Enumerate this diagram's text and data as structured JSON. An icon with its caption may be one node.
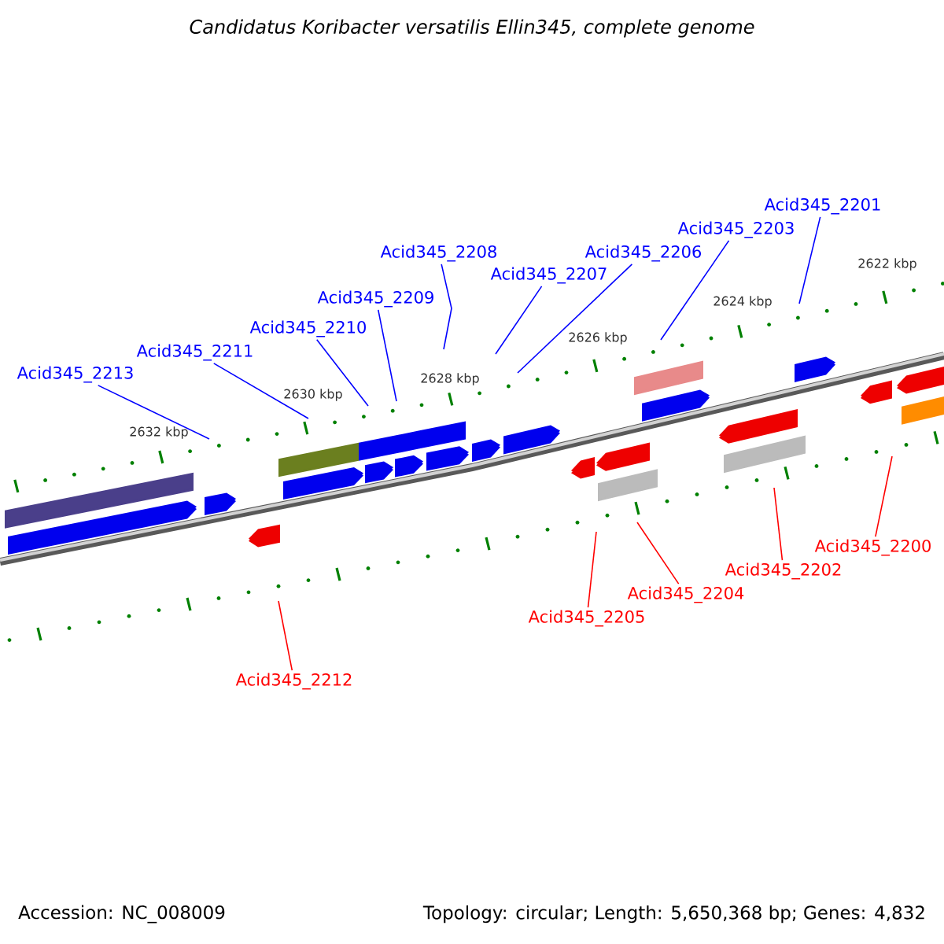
{
  "diagram": {
    "title": "Candidatus Koribacter versatilis Ellin345, complete genome",
    "nodes": [
      {
        "text": [
          "Acid345_2213"
        ]
      },
      {
        "text": [
          "Acid345_2211"
        ]
      },
      {
        "text": [
          "Acid345_2210"
        ]
      },
      {
        "text": [
          "Acid345_2209"
        ]
      },
      {
        "text": [
          "Acid345_2208"
        ]
      },
      {
        "text": [
          "Acid345_2207"
        ]
      },
      {
        "text": [
          "Acid345_2206"
        ]
      },
      {
        "text": [
          "Acid345_2203"
        ]
      },
      {
        "text": [
          "Acid345_2201"
        ]
      },
      {
        "text": [
          "Acid345_2200"
        ]
      },
      {
        "text": [
          "Acid345_2202"
        ]
      },
      {
        "text": [
          "Acid345_2204"
        ]
      },
      {
        "text": [
          "Acid345_2205"
        ]
      },
      {
        "text": [
          "Acid345_2212"
        ]
      }
    ],
    "edges": [
      {
        "from": 0,
        "to": null,
        "arrow": "none"
      },
      {
        "from": 1,
        "to": null,
        "arrow": "none"
      },
      {
        "from": 2,
        "to": null,
        "arrow": "none"
      },
      {
        "from": 3,
        "to": null,
        "arrow": "none"
      },
      {
        "from": 4,
        "to": null,
        "arrow": "none"
      },
      {
        "from": 5,
        "to": null,
        "arrow": "none"
      },
      {
        "from": 6,
        "to": null,
        "arrow": "none"
      },
      {
        "from": 7,
        "to": null,
        "arrow": "none"
      },
      {
        "from": 8,
        "to": null,
        "arrow": "none"
      },
      {
        "from": 9,
        "to": null,
        "arrow": "none",
        "color": "#ff0000"
      },
      {
        "from": 10,
        "to": null,
        "arrow": "none",
        "color": "#ff0000"
      },
      {
        "from": 11,
        "to": null,
        "arrow": "none",
        "color": "#ff0000"
      },
      {
        "from": 12,
        "to": null,
        "arrow": "none",
        "color": "#ff0000"
      },
      {
        "from": 13,
        "to": null,
        "arrow": "none",
        "color": "#ff0000"
      }
    ],
    "labels": [
      "2622 kbp",
      "2624 kbp",
      "2626 kbp",
      "2628 kbp",
      "2630 kbp",
      "2632 kbp",
      "Accession: NC_008009",
      "Topology: circular; Length: 5,650,368 bp; Genes: 4,832"
    ]
  }
}
